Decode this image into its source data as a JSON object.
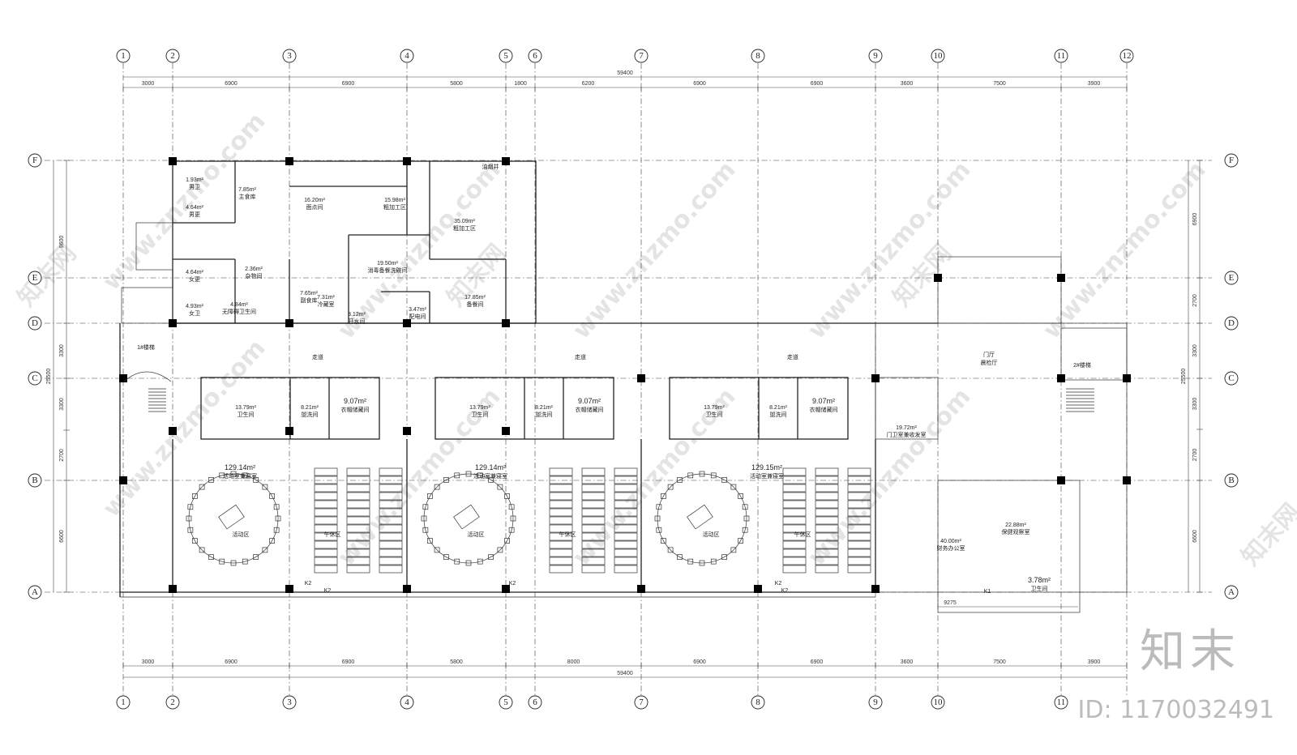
{
  "axes": {
    "top": [
      "1",
      "2",
      "3",
      "4",
      "5",
      "6",
      "7",
      "8",
      "9",
      "10",
      "11",
      "12"
    ],
    "bottom": [
      "1",
      "2",
      "3",
      "4",
      "5",
      "6",
      "7",
      "8",
      "9",
      "10",
      "11"
    ],
    "rows": [
      "F",
      "E",
      "D",
      "C",
      "B",
      "A"
    ]
  },
  "dims": {
    "top_total": "59400",
    "top_segments": [
      "3000",
      "6900",
      "6900",
      "5800",
      "1800",
      "6200",
      "6900",
      "6900",
      "3600",
      "7500",
      "3900"
    ],
    "bottom_total": "59400",
    "bottom_segments": [
      "3000",
      "6900",
      "6900",
      "5800",
      "8000",
      "6900",
      "6900",
      "3600",
      "7500",
      "3900"
    ],
    "left_segments": [
      "9600",
      "3300",
      "3300",
      "2700",
      "6600"
    ],
    "left_total": "25500",
    "right_segments": [
      "6900",
      "2700",
      "3300",
      "3300",
      "2700",
      "6600"
    ],
    "right_total": "25500",
    "bottom_right_small": "9275"
  },
  "rooms": {
    "kitchen": [
      {
        "area": "1.93m²",
        "name": "男卫"
      },
      {
        "area": "7.85m²",
        "name": "主食库"
      },
      {
        "area": "4.64m²",
        "name": "男更"
      },
      {
        "area": "16.20m²",
        "name": "面点间"
      },
      {
        "area": "15.98m²",
        "name": "粗加工区"
      },
      {
        "area": "35.09m²",
        "name": "粗加工区"
      },
      {
        "area": "油烟井",
        "name": ""
      },
      {
        "area": "4.64m²",
        "name": "女更"
      },
      {
        "area": "2.36m²",
        "name": "杂物间"
      },
      {
        "area": "19.50m²",
        "name": "消毒备餐洗碗间"
      },
      {
        "area": "7.65m²",
        "name": "副食库"
      },
      {
        "area": "7.31m²",
        "name": "冷藏室"
      },
      {
        "area": "4.93m²",
        "name": "女卫"
      },
      {
        "area": "4.84m²",
        "name": "无障碍卫生间"
      },
      {
        "area": "3.12m²",
        "name": "开水间"
      },
      {
        "area": "3.47m²",
        "name": "配电间"
      },
      {
        "area": "17.85m²",
        "name": "备餐间"
      }
    ],
    "unit_wet": [
      {
        "toilet": "13.79m²",
        "toilet_name": "卫生间",
        "wash": "8.21m²",
        "wash_name": "盥洗间",
        "store": "9.07m²",
        "store_name": "衣帽储藏间"
      },
      {
        "toilet": "13.79m²",
        "toilet_name": "卫生间",
        "wash": "8.21m²",
        "wash_name": "盥洗间",
        "store": "9.07m²",
        "store_name": "衣帽储藏间"
      },
      {
        "toilet": "13.79m²",
        "toilet_name": "卫生间",
        "wash": "8.21m²",
        "wash_name": "盥洗间",
        "store": "9.07m²",
        "store_name": "衣帽储藏间"
      }
    ],
    "activity": [
      {
        "area": "129.14m²",
        "name": "活动室兼寝室",
        "zone": "活动区"
      },
      {
        "area": "129.14m²",
        "name": "活动室兼寝室",
        "zone": "活动区"
      },
      {
        "area": "129.15m²",
        "name": "活动室兼寝室",
        "zone": "活动区"
      }
    ],
    "misc": {
      "stair1": "1#楼梯",
      "stair2": "2#楼梯",
      "corridor": "走道",
      "hall_a": "门厅",
      "hall_b": "晨检厅",
      "guard_area": "19.72m²",
      "guard_name": "门卫室兼收发室",
      "staff_area": "40.00m²",
      "staff_name": "财务办公室",
      "health_area": "22.88m²",
      "health_name": "保健观察室",
      "wc_area": "3.78m²",
      "wc_name": "卫生间",
      "nap": "午休区",
      "k1": "K1",
      "k2": "K2"
    }
  },
  "watermark": {
    "diag": "www.znzmo.com",
    "brand": "知末网",
    "logo": "知末",
    "id": "ID: 1170032491"
  }
}
